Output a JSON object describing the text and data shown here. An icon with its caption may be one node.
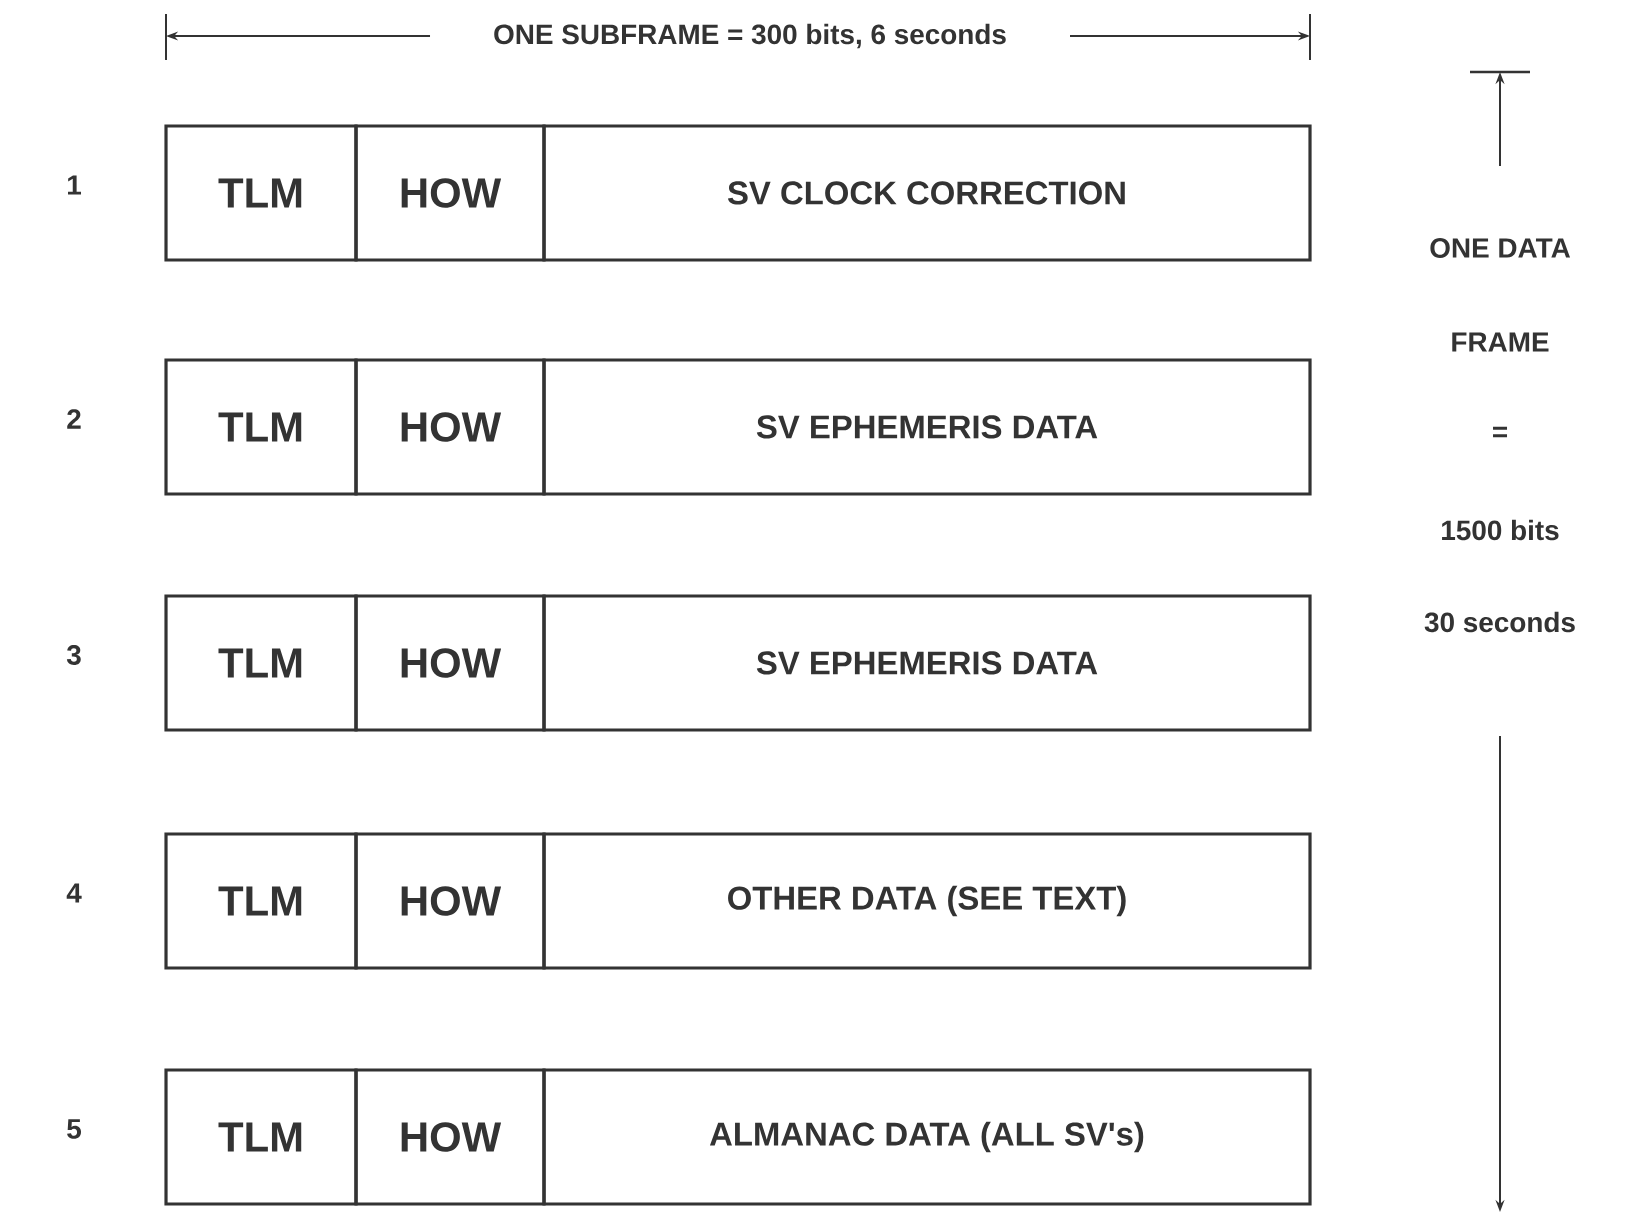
{
  "diagram": {
    "nodes": [
      {
        "text": [
          "TLM"
        ]
      },
      {
        "text": [
          "HOW"
        ]
      },
      {
        "text": [
          "SV CLOCK CORRECTION"
        ]
      },
      {
        "text": [
          "TLM"
        ]
      },
      {
        "text": [
          "HOW"
        ]
      },
      {
        "text": [
          "SV EPHEMERIS DATA"
        ]
      },
      {
        "text": [
          "TLM"
        ]
      },
      {
        "text": [
          "HOW"
        ]
      },
      {
        "text": [
          "SV EPHEMERIS DATA"
        ]
      },
      {
        "text": [
          "TLM"
        ]
      },
      {
        "text": [
          "HOW"
        ]
      },
      {
        "text": [
          "OTHER DATA (SEE TEXT)"
        ]
      },
      {
        "text": [
          "TLM"
        ]
      },
      {
        "text": [
          "HOW"
        ]
      },
      {
        "text": [
          "ALMANAC DATA (ALL SV's)"
        ]
      }
    ],
    "labels": [
      "ONE SUBFRAME = 300 bits, 6 seconds",
      "1",
      "2",
      "3",
      "4",
      "5",
      "ONE DATA",
      "FRAME",
      "=",
      "1500 bits",
      "30 seconds"
    ]
  }
}
